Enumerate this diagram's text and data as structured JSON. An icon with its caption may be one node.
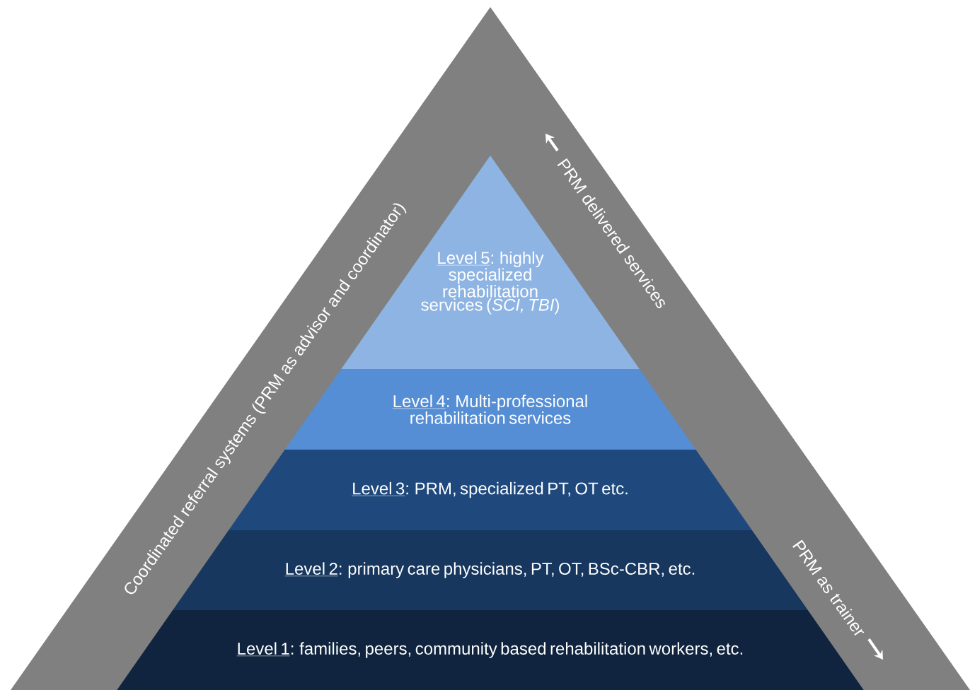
{
  "diagram": {
    "nodes": [
      {
        "text": [
          "Level 5",
          ": highly specialized rehabilitation services (*SCI, TBI*)"
        ]
      },
      {
        "text": [
          "Level 4",
          ": Multi-professional rehabilitation services"
        ]
      },
      {
        "text": [
          "Level 3",
          ": PRM, specialized PT, OT etc."
        ]
      },
      {
        "text": [
          "Level 2",
          ": primary care physicians, PT, OT, BSc-CBR, etc."
        ]
      },
      {
        "text": [
          "Level 1",
          ": families, peers, community based rehabilitation workers, etc."
        ]
      }
    ],
    "labels": [
      "Coordinated referral systems (PRM as advisor and coordinator)",
      "PRM delivered services",
      "PRM as trainer"
    ]
  }
}
